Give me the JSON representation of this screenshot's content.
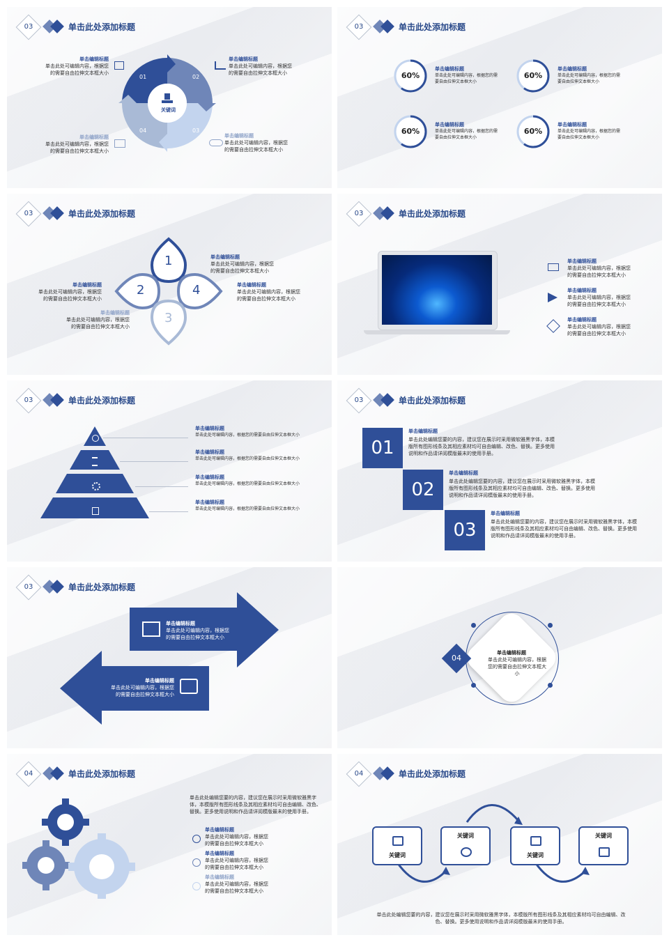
{
  "common": {
    "title": "单击此处添加标题",
    "edit_title": "单击编辑标题",
    "short_body": "单击此处可编辑内容，根据您的需要自由拉伸文本框大小",
    "long_body": "单击此处编辑您要的内容，建议您在展示时采用微软雅黑字体，本模版所有图形线条及其相应素材均可自由编辑、改色、替换。更多使用说明和作品请详阅模版最末的使用手册。",
    "keyword": "关键词"
  },
  "s1": {
    "num": "03",
    "segments": [
      "01",
      "02",
      "03",
      "04"
    ]
  },
  "s2": {
    "num": "03",
    "percents": [
      "60%",
      "60%",
      "60%",
      "60%"
    ],
    "progress": 0.6
  },
  "s3": {
    "num": "03",
    "petals": [
      "1",
      "2",
      "3",
      "4"
    ]
  },
  "s4": {
    "num": "03"
  },
  "s5": {
    "num": "03"
  },
  "s6": {
    "num": "03",
    "steps": [
      "01",
      "02",
      "03"
    ]
  },
  "s7": {
    "num": "03"
  },
  "s8": {
    "num": "04"
  },
  "s9": {
    "num": "04"
  },
  "s10": {
    "num": "04"
  },
  "colors": {
    "primary": "#2f4f98",
    "light": "#8fa3c8",
    "pale": "#c3d4ee"
  }
}
